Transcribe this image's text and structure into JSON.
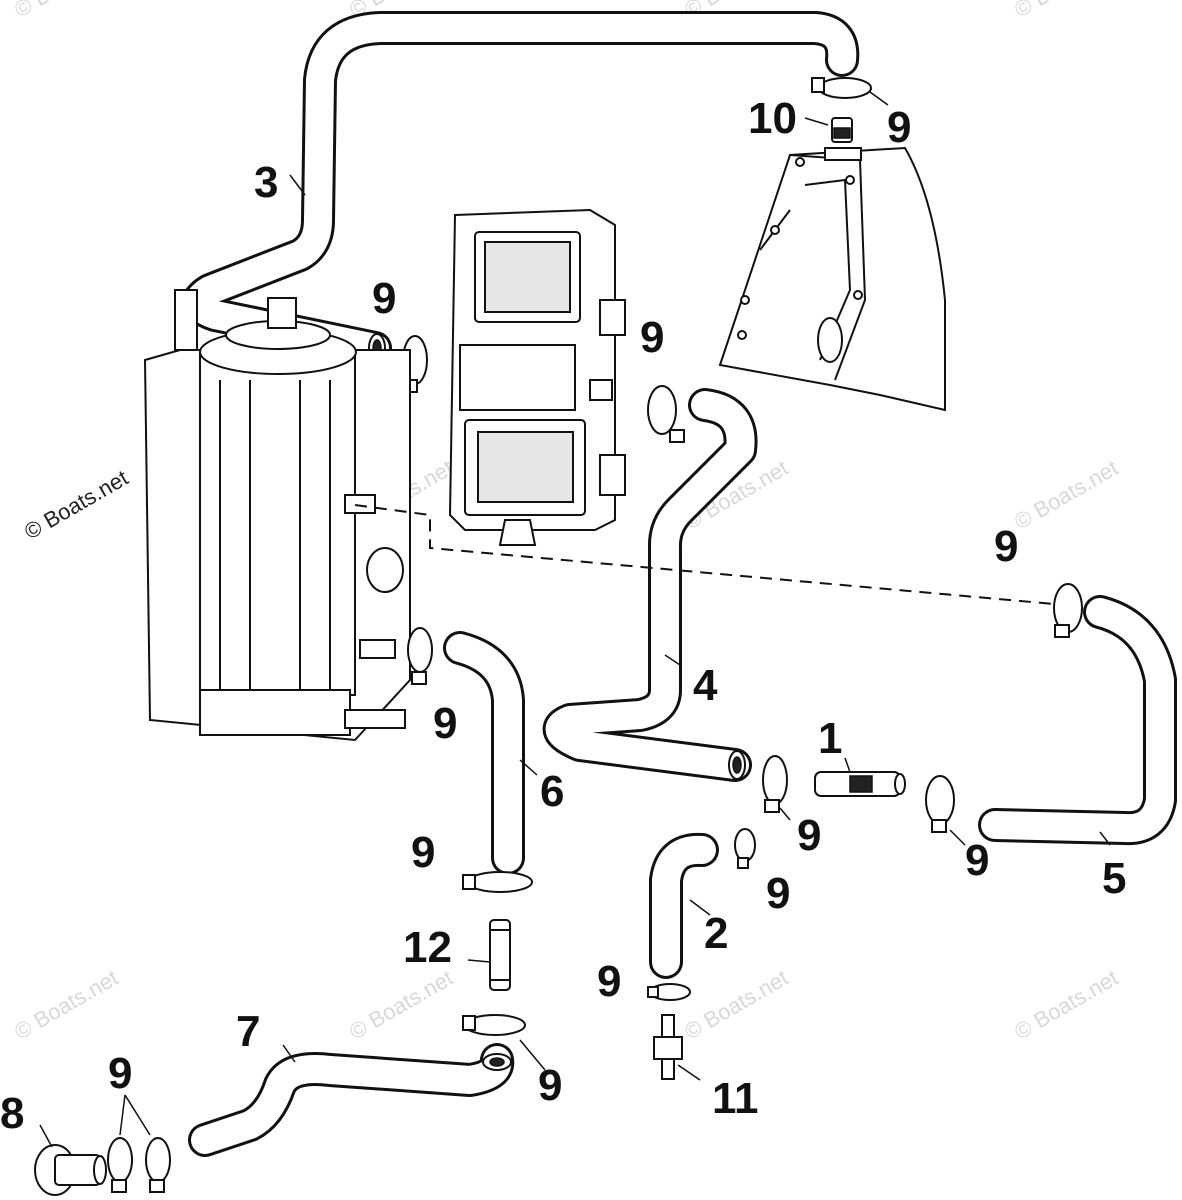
{
  "diagram": {
    "callouts": [
      {
        "id": "c1",
        "text": "1"
      },
      {
        "id": "c2",
        "text": "2"
      },
      {
        "id": "c3",
        "text": "3"
      },
      {
        "id": "c4",
        "text": "4"
      },
      {
        "id": "c5",
        "text": "5"
      },
      {
        "id": "c6",
        "text": "6"
      },
      {
        "id": "c7",
        "text": "7"
      },
      {
        "id": "c8",
        "text": "8"
      },
      {
        "id": "c9a",
        "text": "9"
      },
      {
        "id": "c9b",
        "text": "9"
      },
      {
        "id": "c9c",
        "text": "9"
      },
      {
        "id": "c9d",
        "text": "9"
      },
      {
        "id": "c9e",
        "text": "9"
      },
      {
        "id": "c9f",
        "text": "9"
      },
      {
        "id": "c9g",
        "text": "9"
      },
      {
        "id": "c9h",
        "text": "9"
      },
      {
        "id": "c9i",
        "text": "9"
      },
      {
        "id": "c9j",
        "text": "9"
      },
      {
        "id": "c9k",
        "text": "9"
      },
      {
        "id": "c9l",
        "text": "9"
      },
      {
        "id": "c10",
        "text": "10"
      },
      {
        "id": "c11",
        "text": "11"
      },
      {
        "id": "c12",
        "text": "12"
      }
    ],
    "watermark": "© Boats.net"
  }
}
